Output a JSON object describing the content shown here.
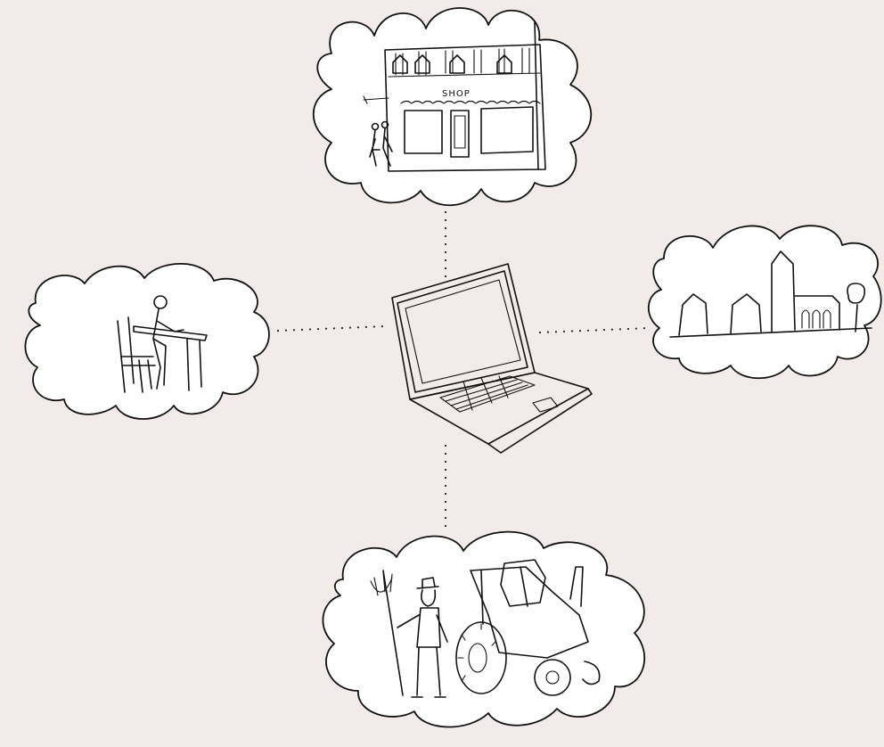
{
  "diagram": {
    "shop_sign": "SHOP",
    "center": {
      "icon": "laptop-icon"
    },
    "nodes": [
      {
        "icon": "shop-icon",
        "position": "top"
      },
      {
        "icon": "person-at-desk-icon",
        "position": "left"
      },
      {
        "icon": "village-church-icon",
        "position": "right"
      },
      {
        "icon": "farmer-tractor-icon",
        "position": "bottom"
      }
    ],
    "colors": {
      "background": "#f2ebea",
      "cloud_fill": "#ffffff",
      "ink": "#111111"
    }
  }
}
